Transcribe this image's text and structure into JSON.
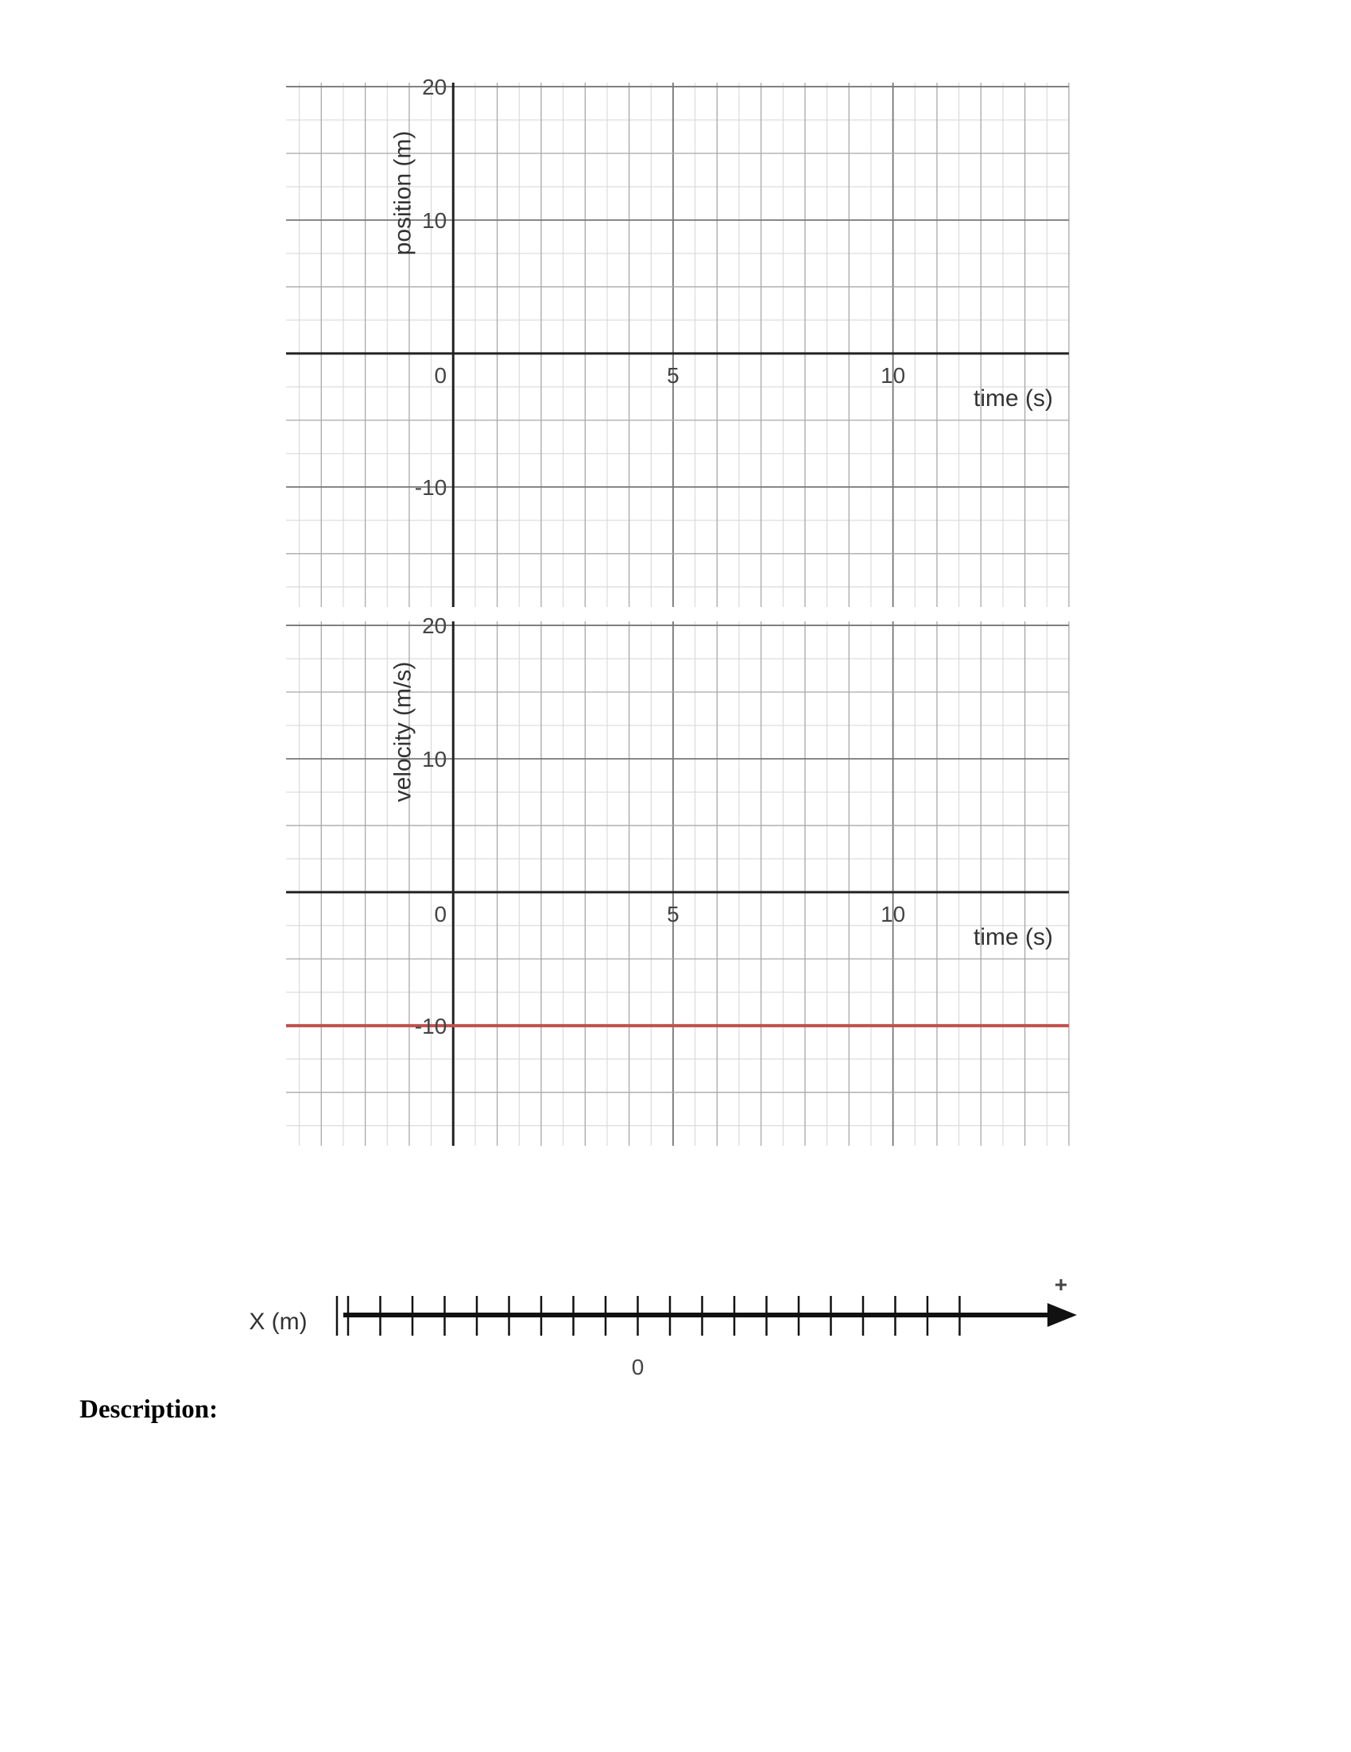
{
  "description_label": "Description:",
  "chart_data": [
    {
      "type": "line",
      "title": "",
      "xlabel": "time (s)",
      "ylabel": "position (m)",
      "xlim": [
        -3.8,
        14
      ],
      "ylim": [
        -19,
        20.3
      ],
      "x_ticks": [
        {
          "v": 0,
          "label": "0"
        },
        {
          "v": 5,
          "label": "5"
        },
        {
          "v": 10,
          "label": "10"
        }
      ],
      "y_ticks": [
        {
          "v": 20,
          "label": "20"
        },
        {
          "v": 10,
          "label": "10"
        },
        {
          "v": -10,
          "label": "-10"
        }
      ],
      "grid": true,
      "series": []
    },
    {
      "type": "line",
      "title": "",
      "xlabel": "time (s)",
      "ylabel": "velocity (m/s)",
      "xlim": [
        -3.8,
        14
      ],
      "ylim": [
        -19,
        20.3
      ],
      "x_ticks": [
        {
          "v": 0,
          "label": "0"
        },
        {
          "v": 5,
          "label": "5"
        },
        {
          "v": 10,
          "label": "10"
        }
      ],
      "y_ticks": [
        {
          "v": 20,
          "label": "20"
        },
        {
          "v": 10,
          "label": "10"
        },
        {
          "v": -10,
          "label": "-10"
        }
      ],
      "grid": true,
      "series": [
        {
          "x": [
            -3.8,
            14
          ],
          "y": [
            -10,
            -10
          ],
          "color": "#c0504d"
        }
      ]
    },
    {
      "type": "number-line",
      "xlabel": "X (m)",
      "zero_label": "0",
      "positive_label": "+",
      "tick_count": 20,
      "zero_index": 9
    }
  ]
}
